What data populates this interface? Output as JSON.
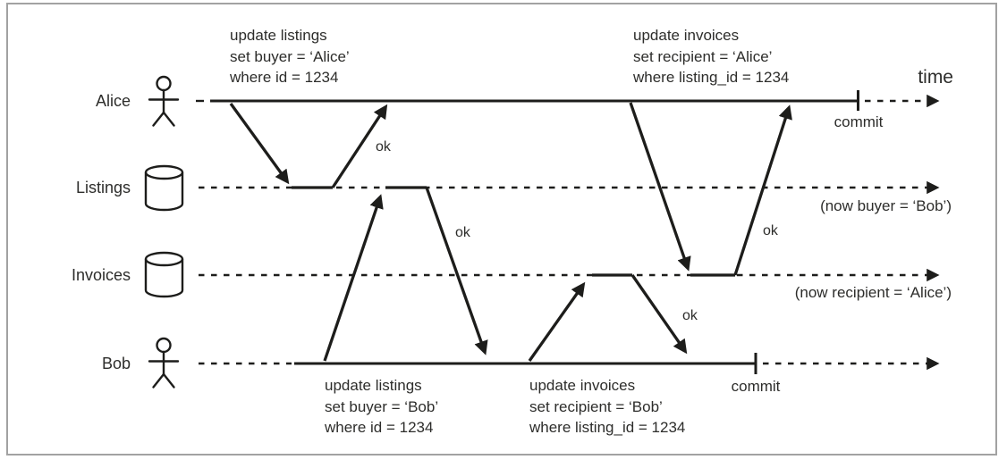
{
  "lanes": [
    {
      "label": "Alice",
      "icon": "person"
    },
    {
      "label": "Listings",
      "icon": "database"
    },
    {
      "label": "Invoices",
      "icon": "database"
    },
    {
      "label": "Bob",
      "icon": "person"
    }
  ],
  "axis": {
    "time_label": "time"
  },
  "sql": {
    "alice_listings": [
      "update listings",
      "set buyer = ‘Alice’",
      "where id = 1234"
    ],
    "alice_invoices": [
      "update invoices",
      "set recipient = ‘Alice’",
      "where listing_id = 1234"
    ],
    "bob_listings": [
      "update listings",
      "set buyer = ‘Bob’",
      "where id = 1234"
    ],
    "bob_invoices": [
      "update invoices",
      "set recipient = ‘Bob’",
      "where listing_id = 1234"
    ]
  },
  "labels": {
    "ok": "ok",
    "commit": "commit",
    "now_buyer": "(now buyer = ‘Bob’)",
    "now_recipient": "(now recipient = ‘Alice’)"
  },
  "colors": {
    "line": "#1d1d1b",
    "text": "#2d2d2b",
    "border": "#a2a2a2",
    "background": "#ffffff"
  }
}
